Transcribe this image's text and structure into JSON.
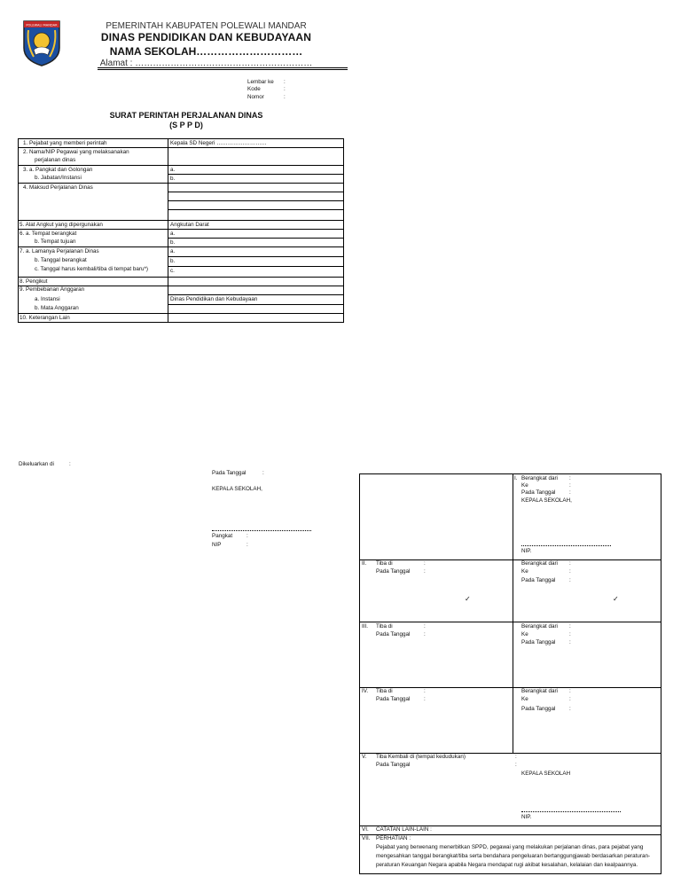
{
  "header": {
    "logo_text": "POLEWALI MANDAR",
    "line1": "PEMERINTAH KABUPATEN POLEWALI MANDAR",
    "line2": "DINAS PENDIDIKAN DAN KEBUDAYAAN",
    "line3": "NAMA SEKOLAH…………………………",
    "line4": "Alamat : ……………………………………………………"
  },
  "meta": [
    {
      "label": "Lembar ke",
      "colon": ":"
    },
    {
      "label": "Kode",
      "colon": ":"
    },
    {
      "label": "Nomor",
      "colon": ":"
    }
  ],
  "title": {
    "main": "SURAT PERINTAH PERJALANAN DINAS",
    "sub": "(S P P D)"
  },
  "rows": {
    "r1": {
      "left": "1.    Pejabat yang memberi perintah",
      "right": "Kepala SD Negeri ………………………"
    },
    "r2": {
      "left1": "2.    Nama/NIP Pegawai yang melaksanakan",
      "left2": "perjalanan dinas"
    },
    "r3": {
      "left1": "3.    a. Pangkat dan Golongan",
      "left2": "b. Jabatan/Instansi",
      "right1": "a.",
      "right2": "b."
    },
    "r4": {
      "left": "4.    Maksud Perjalanan Dinas"
    },
    "r5": {
      "left": "5.    Alat Angkut yang dipergunakan",
      "right": "Angkutan Darat"
    },
    "r6": {
      "left1": "6.    a. Tempat berangkat",
      "left2": "b. Tempat tujuan",
      "right1": "a.",
      "right2": "b."
    },
    "r7": {
      "left1": "7.    a. Lamanya Perjalanan Dinas",
      "left2": "b. Tanggal berangkat",
      "left3": "c. Tanggal harus kembali/tiba di tempat baru*)",
      "right1": "a.",
      "right2": "b.",
      "right3": "c."
    },
    "r8": {
      "left": "8.    Pengikut"
    },
    "r9": {
      "left1": "9.    Pembebanan Anggaran",
      "left2": "a. Instansi",
      "left3": "b. Mata Anggaran",
      "right2": "Dinas Pendidikan dan Kebudayaan"
    },
    "r10": {
      "left": "10.   Keterangan Lain"
    }
  },
  "footer": {
    "issued": "Dikeluarkan di",
    "issued_colon": ":",
    "date": "Pada Tanggal",
    "date_colon": ":",
    "role": "KEPALA SEKOLAH,",
    "rank": "Pangkat",
    "rank_colon": ":",
    "nip": "NIP",
    "nip_colon": ":"
  },
  "right_form": {
    "s1": {
      "num": "I.",
      "lines": [
        "Berangkat dari",
        "Ke",
        "Pada Tanggal",
        "KEPALA SEKOLAH,"
      ],
      "nip": "NIP."
    },
    "s2": {
      "num": "II.",
      "left1": "Tiba di",
      "left2": "Pada Tanggal",
      "right": [
        "Berangkat dari",
        "Ke",
        "Pada Tanggal"
      ]
    },
    "s3": {
      "num": "III.",
      "left1": "Tiba di",
      "left2": "Pada Tanggal",
      "right": [
        "Berangkat dari",
        "Ke",
        "Pada Tanggal"
      ]
    },
    "s4": {
      "num": "IV.",
      "left1": "Tiba di",
      "left2": "Pada Tanggal",
      "right": [
        "Berangkat dari",
        "Ke",
        "Pada Tanggal"
      ]
    },
    "s5": {
      "num": "V.",
      "left1": "Tiba Kembali di (tempat kedudukan)",
      "left2": "Pada Tanggal",
      "role": "KEPALA SEKOLAH",
      "nip": "NIP."
    },
    "s6": {
      "num": "VI.",
      "text": "CATATAN LAIN-LAIN :"
    },
    "s7": {
      "num": "VII.",
      "head": "PERHATIAN :",
      "l1": "Pejabat yang berwenang menerbitkan SPPD, pegawai yang melakukan perjalanan dinas, para pejabat yang",
      "l2": "mengesahkan tanggal berangkat/tiba serta bendahara pengeluaran bertanggungjawab berdasarkan peraturan-",
      "l3": "peraturan Keuangan Negara apabila Negara mendapat rugi akibat kesalahan, kelalaian dan kealpaannya."
    },
    "check": "✓",
    "colon": ":"
  }
}
